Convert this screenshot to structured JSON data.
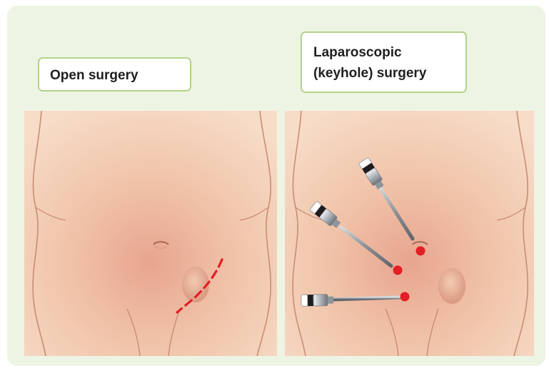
{
  "panels": {
    "open": {
      "label": "Open surgery"
    },
    "laparoscopic": {
      "label_line1": "Laparoscopic",
      "label_line2": "(keyhole) surgery"
    }
  },
  "colors": {
    "background_panel": "#eef4e4",
    "label_border": "#b3d38a",
    "skin": "#f0c8ad",
    "incision": "#e31e24",
    "port_dot": "#e31e24"
  }
}
